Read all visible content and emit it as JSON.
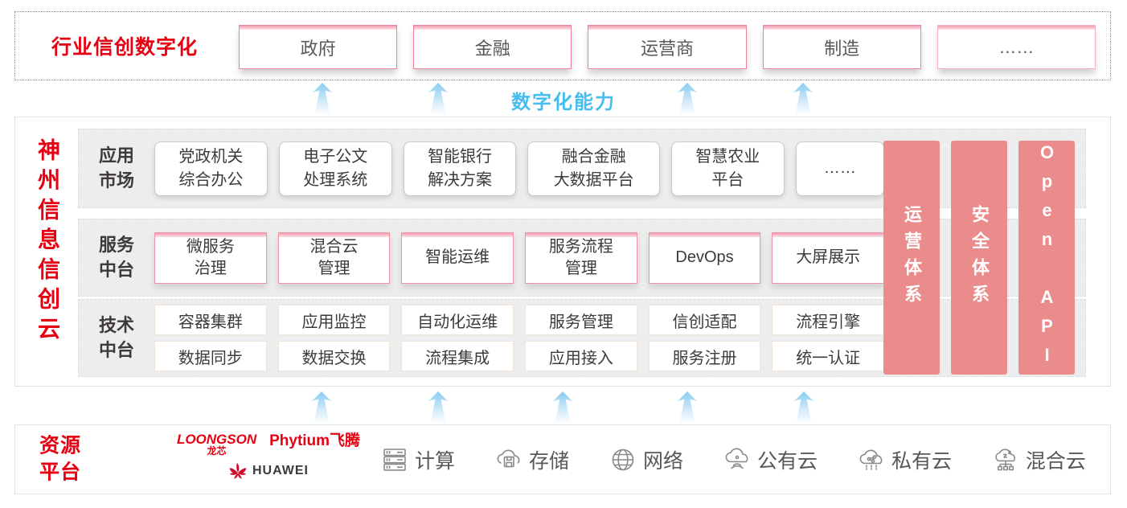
{
  "top_banner": {
    "label": "行业信创数字化",
    "industries": [
      "政府",
      "金融",
      "运营商",
      "制造",
      "……"
    ]
  },
  "capability_label": "数字化能力",
  "platform": {
    "title": "神州信息信创云",
    "rows": [
      {
        "label": "应用\n市场",
        "items": [
          "党政机关\n综合办公",
          "电子公文\n处理系统",
          "智能银行\n解决方案",
          "融合金融\n大数据平台",
          "智慧农业\n平台",
          "……"
        ]
      },
      {
        "label": "服务\n中台",
        "items": [
          "微服务\n治理",
          "混合云\n管理",
          "智能运维",
          "服务流程\n管理",
          "DevOps",
          "大屏展示"
        ]
      },
      {
        "label": "技术\n中台",
        "item_rows": [
          [
            "容器集群",
            "应用监控",
            "自动化运维",
            "服务管理",
            "信创适配",
            "流程引擎"
          ],
          [
            "数据同步",
            "数据交换",
            "流程集成",
            "应用接入",
            "服务注册",
            "统一认证"
          ]
        ]
      }
    ],
    "pillars": [
      "运营体系",
      "安全体系",
      "Open API"
    ]
  },
  "resources": {
    "label": "资源\n平台",
    "vendors": {
      "loongson": "LOONGSON",
      "loongson_cn": "龙芯",
      "phytium": "Phytium飞腾",
      "huawei": "HUAWEI"
    },
    "items": [
      {
        "icon": "server-rack-icon",
        "label": "计算"
      },
      {
        "icon": "storage-cloud-icon",
        "label": "存储"
      },
      {
        "icon": "network-globe-icon",
        "label": "网络"
      },
      {
        "icon": "public-cloud-icon",
        "label": "公有云"
      },
      {
        "icon": "private-cloud-icon",
        "label": "私有云"
      },
      {
        "icon": "hybrid-cloud-icon",
        "label": "混合云"
      }
    ]
  },
  "colors": {
    "accent_red": "#e60012",
    "accent_blue": "#45bdee",
    "pillar_salmon": "#eb8c8c",
    "pink_border": "#ee8398",
    "panel_gray": "#ededed",
    "text_dark": "#3e3a39",
    "text_gray": "#595757"
  }
}
